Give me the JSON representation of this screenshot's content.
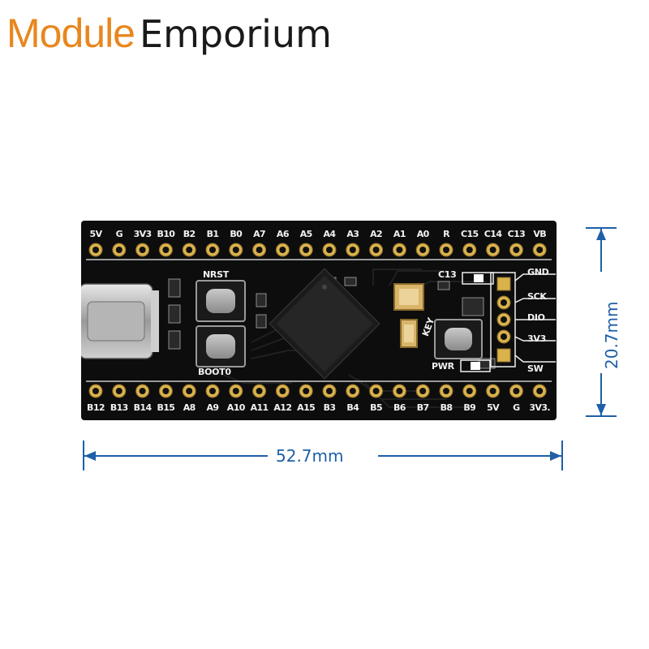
{
  "logo": {
    "part1": "Module",
    "part2": "Emporium"
  },
  "dimensions": {
    "width": "52.7mm",
    "height": "20.7mm"
  },
  "board": {
    "top_pins": [
      "5V",
      "G",
      "3V3",
      "B10",
      "B2",
      "B1",
      "B0",
      "A7",
      "A6",
      "A5",
      "A4",
      "A3",
      "A2",
      "A1",
      "A0",
      "R",
      "C15",
      "C14",
      "C13",
      "VB"
    ],
    "bottom_pins": [
      "B12",
      "B13",
      "B14",
      "B15",
      "A8",
      "A9",
      "A10",
      "A11",
      "A12",
      "A15",
      "B3",
      "B4",
      "B5",
      "B6",
      "B7",
      "B8",
      "B9",
      "5V",
      "G",
      "3V3."
    ],
    "swd_pins": [
      "GND",
      "SCK",
      "DIO",
      "3V3",
      "SW"
    ],
    "silkscreen": {
      "nrst": "NRST",
      "boot0": "BOOT0",
      "c13": "C13",
      "key": "KEY",
      "pwr": "PWR"
    }
  },
  "colors": {
    "logo_orange": "#e8871e",
    "logo_dark": "#1a1a1a",
    "dimension_blue": "#1e5fa8",
    "pcb": "#0d0d0d",
    "pad_gold": "#d9b24c"
  }
}
